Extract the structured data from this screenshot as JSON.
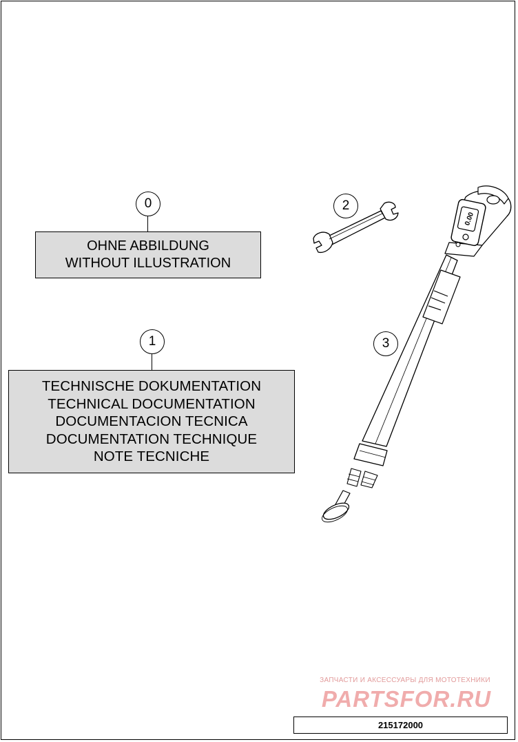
{
  "callouts": {
    "c0": "0",
    "c1": "1",
    "c2": "2",
    "c3": "3"
  },
  "box_without_illustration": {
    "line1": "OHNE ABBILDUNG",
    "line2": "WITHOUT ILLUSTRATION"
  },
  "box_documentation": {
    "line1": "TECHNISCHE DOKUMENTATION",
    "line2": "TECHNICAL DOCUMENTATION",
    "line3": "DOCUMENTACION TECNICA",
    "line4": "DOCUMENTATION TECHNIQUE",
    "line5": "NOTE TECNICHE"
  },
  "gauge_display": "0.00",
  "watermark": {
    "tagline": "ЗАПЧАСТИ И АКСЕССУАРЫ ДЛЯ МОТОТЕХНИКИ",
    "logo": "PARTSFOR.RU"
  },
  "part_number": "215172000",
  "colors": {
    "box_fill": "#dcdcdc",
    "watermark": "#e46a6a"
  }
}
